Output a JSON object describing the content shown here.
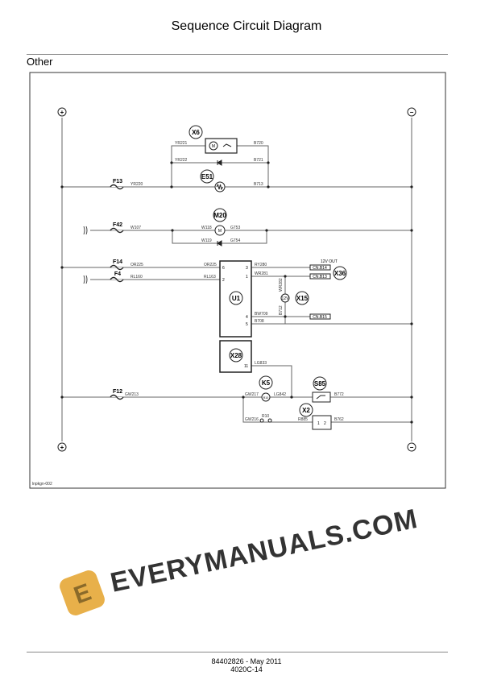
{
  "page": {
    "title": "Sequence Circuit Diagram",
    "section": "Other",
    "footer_doc": "84402826 - May 2011",
    "footer_page": "4020C-14"
  },
  "diagram": {
    "ref": "lnpkgn-002",
    "rails": {
      "positive": "+",
      "negative": "−"
    },
    "components": {
      "X6": "X6",
      "M_x6": "M",
      "E51": "E51",
      "M20": "M20",
      "M_m20": "M",
      "U1": "U1",
      "X36": "X36",
      "X15": "X15",
      "X15_v": "12V",
      "X28": "X28",
      "K5": "K5",
      "K5_r": "R10",
      "S85": "S85",
      "X2": "X2",
      "X2_p1": "1",
      "X2_p2": "2",
      "out_label": "12V OUT"
    },
    "fuses": {
      "F13": "F13",
      "F42": "F42",
      "F14": "F14",
      "F4": "F4",
      "F12": "F12"
    },
    "connectors": {
      "cn1": "CN.B14",
      "cn2": "CN.B13",
      "cn3": "CN.B15"
    },
    "pins": {
      "p6": "6",
      "p2": "2",
      "p3": "3",
      "p1": "1",
      "p4": "4",
      "p5": "5",
      "p11": "11"
    },
    "wires": {
      "YR221": "YR221",
      "B720": "B720",
      "YR222": "YR222",
      "B721": "B721",
      "YR220": "YR220",
      "B713": "B713",
      "W107": "W107",
      "W118": "W118",
      "G753": "G753",
      "W119": "W119",
      "G754": "G754",
      "OR225a": "OR225",
      "OR225b": "OR225",
      "RL160": "RL160",
      "RL163": "RL163",
      "RY280": "RY280",
      "WR281": "WR281",
      "WR282": "WR282",
      "B712": "B712",
      "BW709": "BW709",
      "B708": "B708",
      "LG833": "LG833",
      "GW213": "GW213",
      "GW217": "GW217",
      "LG842": "LG842",
      "B772": "B772",
      "GW216": "GW216",
      "R10": "R10",
      "R885": "R885",
      "B762": "B762"
    },
    "line_color": "#555555"
  },
  "watermark": {
    "text": "EVERYMANUALS.COM",
    "logo_color": "#e8b04a",
    "text_color": "#333333"
  }
}
